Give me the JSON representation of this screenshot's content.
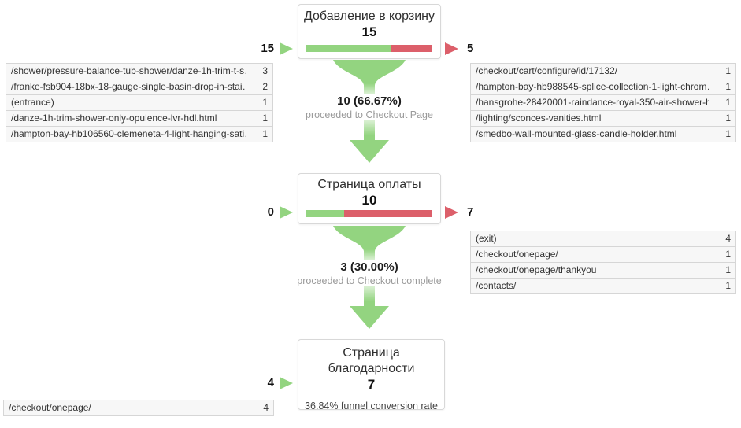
{
  "colors": {
    "green": "#93d480",
    "red": "#dc5f6a",
    "table-bg": "#f7f7f7",
    "table-border": "#d6d6d6",
    "note-gray": "#9a9a9a"
  },
  "funnel": {
    "steps": [
      {
        "title": "Добавление в корзину",
        "value": "15",
        "in_count": "15",
        "out_count": "5",
        "green_width": "66.67%"
      },
      {
        "title": "Страница оплаты",
        "value": "10",
        "in_count": "0",
        "out_count": "7",
        "green_width": "30%"
      },
      {
        "title": "Страница благодарности",
        "value": "7",
        "in_count": "4",
        "conversion_note": "36.84% funnel conversion rate"
      }
    ],
    "transitions": [
      {
        "stat": "10 (66.67%)",
        "note": "proceeded to Checkout Page"
      },
      {
        "stat": "3 (30.00%)",
        "note": "proceeded to Checkout complete"
      }
    ]
  },
  "tables": {
    "step1_entrances": {
      "rows": [
        {
          "page": "/shower/pressure-balance-tub-shower/danze-1h-trim-t-s…",
          "count": "3"
        },
        {
          "page": "/franke-fsb904-18bx-18-gauge-single-basin-drop-in-stai…",
          "count": "2"
        },
        {
          "page": "(entrance)",
          "count": "1"
        },
        {
          "page": "/danze-1h-trim-shower-only-opulence-lvr-hdl.html",
          "count": "1"
        },
        {
          "page": "/hampton-bay-hb106560-clemeneta-4-light-hanging-sati…",
          "count": "1"
        }
      ]
    },
    "step1_exits": {
      "rows": [
        {
          "page": "/checkout/cart/configure/id/17132/",
          "count": "1"
        },
        {
          "page": "/hampton-bay-hb988545-splice-collection-1-light-chrom…",
          "count": "1"
        },
        {
          "page": "/hansgrohe-28420001-raindance-royal-350-air-shower-h…",
          "count": "1"
        },
        {
          "page": "/lighting/sconces-vanities.html",
          "count": "1"
        },
        {
          "page": "/smedbo-wall-mounted-glass-candle-holder.html",
          "count": "1"
        }
      ]
    },
    "step2_exits": {
      "rows": [
        {
          "page": "(exit)",
          "count": "4"
        },
        {
          "page": "/checkout/onepage/",
          "count": "1"
        },
        {
          "page": "/checkout/onepage/thankyou",
          "count": "1"
        },
        {
          "page": "/contacts/",
          "count": "1"
        }
      ]
    },
    "step3_entrances": {
      "rows": [
        {
          "page": "/checkout/onepage/",
          "count": "4"
        }
      ]
    }
  },
  "chart_data": {
    "type": "funnel",
    "title": "",
    "steps": [
      {
        "name": "Добавление в корзину",
        "visits": 15,
        "entered_from_side": 15,
        "proceeded": 10,
        "proceeded_pct": 66.67,
        "abandoned": 5,
        "entrances": [
          [
            "/shower/pressure-balance-tub-shower/danze-1h-trim-t-s…",
            3
          ],
          [
            "/franke-fsb904-18bx-18-gauge-single-basin-drop-in-stai…",
            2
          ],
          [
            "(entrance)",
            1
          ],
          [
            "/danze-1h-trim-shower-only-opulence-lvr-hdl.html",
            1
          ],
          [
            "/hampton-bay-hb106560-clemeneta-4-light-hanging-sati…",
            1
          ]
        ],
        "exits": [
          [
            "/checkout/cart/configure/id/17132/",
            1
          ],
          [
            "/hampton-bay-hb988545-splice-collection-1-light-chrom…",
            1
          ],
          [
            "/hansgrohe-28420001-raindance-royal-350-air-shower-h…",
            1
          ],
          [
            "/lighting/sconces-vanities.html",
            1
          ],
          [
            "/smedbo-wall-mounted-glass-candle-holder.html",
            1
          ]
        ]
      },
      {
        "name": "Страница оплаты",
        "visits": 10,
        "entered_from_side": 0,
        "proceeded": 3,
        "proceeded_pct": 30.0,
        "abandoned": 7,
        "exits": [
          [
            "(exit)",
            4
          ],
          [
            "/checkout/onepage/",
            1
          ],
          [
            "/checkout/onepage/thankyou",
            1
          ],
          [
            "/contacts/",
            1
          ]
        ]
      },
      {
        "name": "Страница благодарности",
        "visits": 7,
        "entered_from_side": 4,
        "entrances": [
          [
            "/checkout/onepage/",
            4
          ]
        ]
      }
    ],
    "funnel_conversion_rate_pct": 36.84,
    "legend_position": "none",
    "grid": false
  }
}
